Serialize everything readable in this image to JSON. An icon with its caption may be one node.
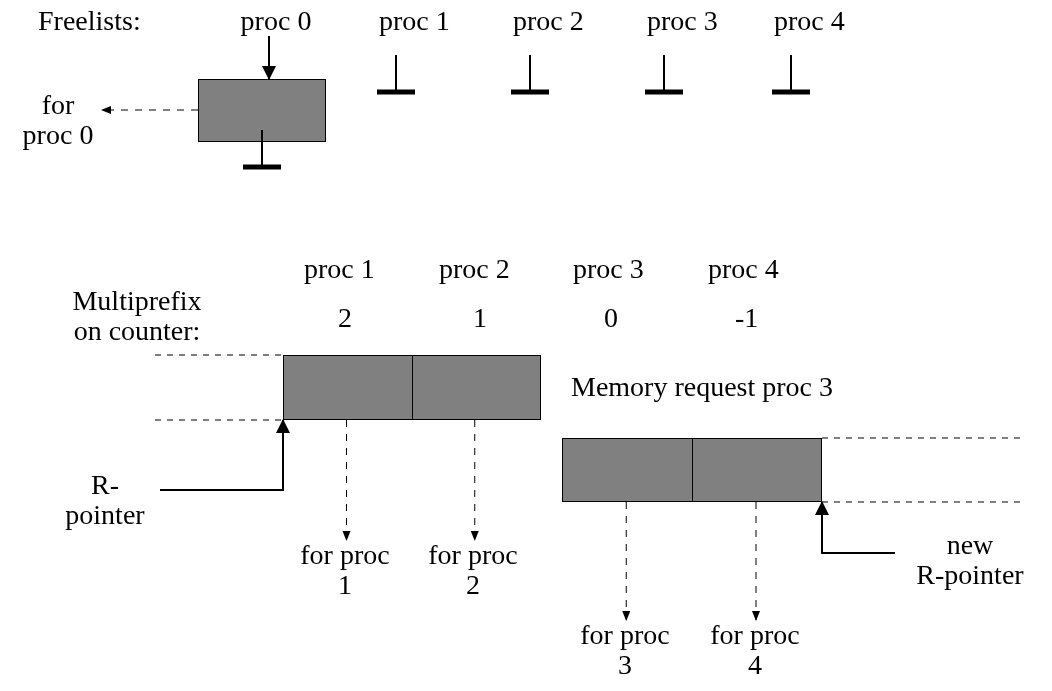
{
  "diagram": {
    "nodes": [
      {
        "text": [
          "proc 0"
        ]
      },
      {
        "text": [],
        "shape": "box"
      },
      {
        "text": [
          "for proc 0"
        ]
      },
      {
        "text": [],
        "shape": "box"
      },
      {
        "text": [],
        "shape": "box"
      },
      {
        "text": [
          "for proc 1"
        ]
      },
      {
        "text": [
          "for proc 2"
        ]
      },
      {
        "text": [
          "R- pointer"
        ]
      },
      {
        "text": [],
        "shape": "box"
      },
      {
        "text": [],
        "shape": "box"
      },
      {
        "text": [
          "for proc 3"
        ]
      },
      {
        "text": [
          "for proc 4"
        ]
      },
      {
        "text": [
          "new R-pointer"
        ]
      }
    ],
    "edges": [
      {
        "from": 0,
        "to": 1,
        "arrow": "to"
      },
      {
        "from": 1,
        "to": 2,
        "arrow": "to",
        "style": "dashed"
      },
      {
        "from": 3,
        "to": 5,
        "arrow": "to",
        "style": "dashed"
      },
      {
        "from": 4,
        "to": 6,
        "arrow": "to",
        "style": "dashed"
      },
      {
        "from": 7,
        "to": 3,
        "arrow": "to"
      },
      {
        "from": 8,
        "to": 10,
        "arrow": "to",
        "style": "dashed"
      },
      {
        "from": 9,
        "to": 11,
        "arrow": "to",
        "style": "dashed"
      },
      {
        "from": 12,
        "to": 9,
        "arrow": "to"
      }
    ],
    "labels": [
      "Freelists:",
      "proc 1",
      "proc 2",
      "proc 3",
      "proc 4",
      "proc 1",
      "proc 2",
      "proc 3",
      "proc 4",
      "Multiprefix on counter:",
      "2",
      "1",
      "0",
      "-1",
      "Memory request proc 3"
    ]
  }
}
